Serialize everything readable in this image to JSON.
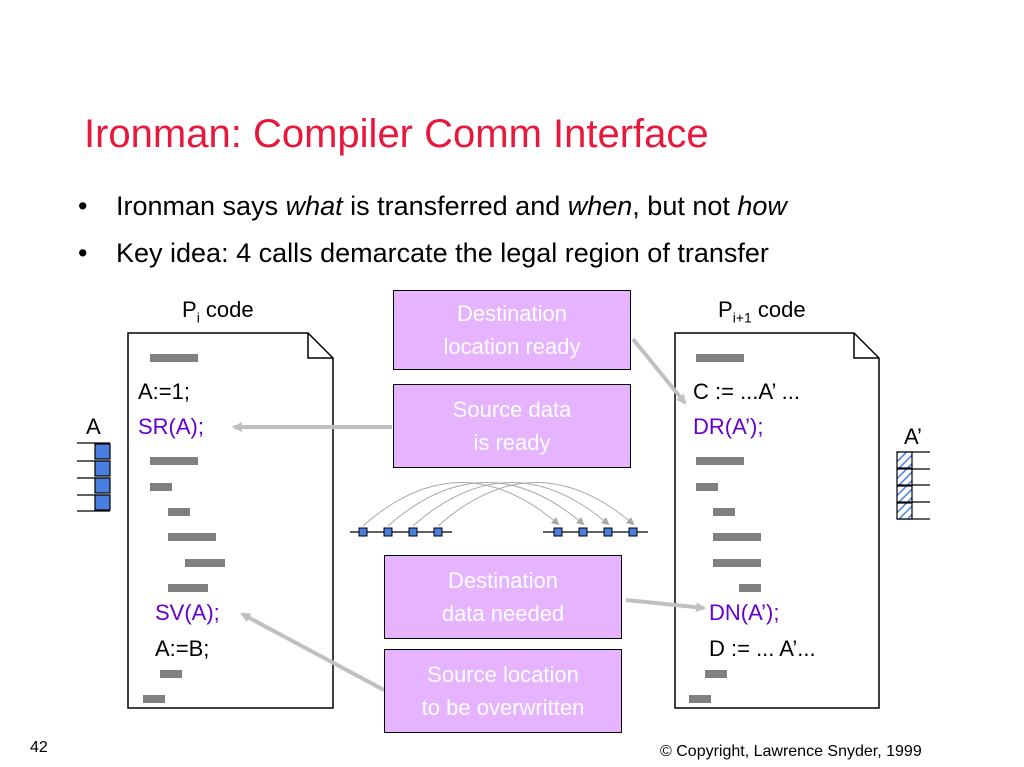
{
  "title": "Ironman: Compiler Comm Interface",
  "bullets": [
    {
      "dot": "•",
      "p1": "Ironman says ",
      "em1": "what",
      "p2": " is transferred and ",
      "em2": "when",
      "p3": ", but not ",
      "em3": "how"
    },
    {
      "dot": "•",
      "text": "Key idea:  4 calls demarcate the legal region of transfer"
    }
  ],
  "left_doc": {
    "label_main": "P",
    "label_sub": "i",
    "label_rest": " code",
    "line1": "A:=1;",
    "call1": "SR(A);",
    "call2": "SV(A);",
    "line2": "A:=B;",
    "array_label": "A"
  },
  "right_doc": {
    "label_main": "P",
    "label_sub": "i+1",
    "label_rest": " code",
    "line1": "C := ...A’ ...",
    "call1": "DR(A’);",
    "call2": "DN(A’);",
    "line2": "D := ... A’...",
    "array_label": "A’"
  },
  "boxes": {
    "dest_ready": [
      "Destination",
      "location ready"
    ],
    "src_ready": [
      "Source data",
      "is ready"
    ],
    "dest_needed": [
      "Destination",
      "data needed"
    ],
    "src_overwrite": [
      "Source location",
      "to be overwritten"
    ]
  },
  "footer": {
    "page": "42",
    "copyright": "© Copyright, Lawrence Snyder, 1999"
  },
  "colors": {
    "title": "#e8173c",
    "calls": "#6600cc",
    "box_fill": "#e6b3ff",
    "array_fill": "#4a7fe0",
    "code_bar": "#808080",
    "arrow": "#c0c0c0"
  }
}
